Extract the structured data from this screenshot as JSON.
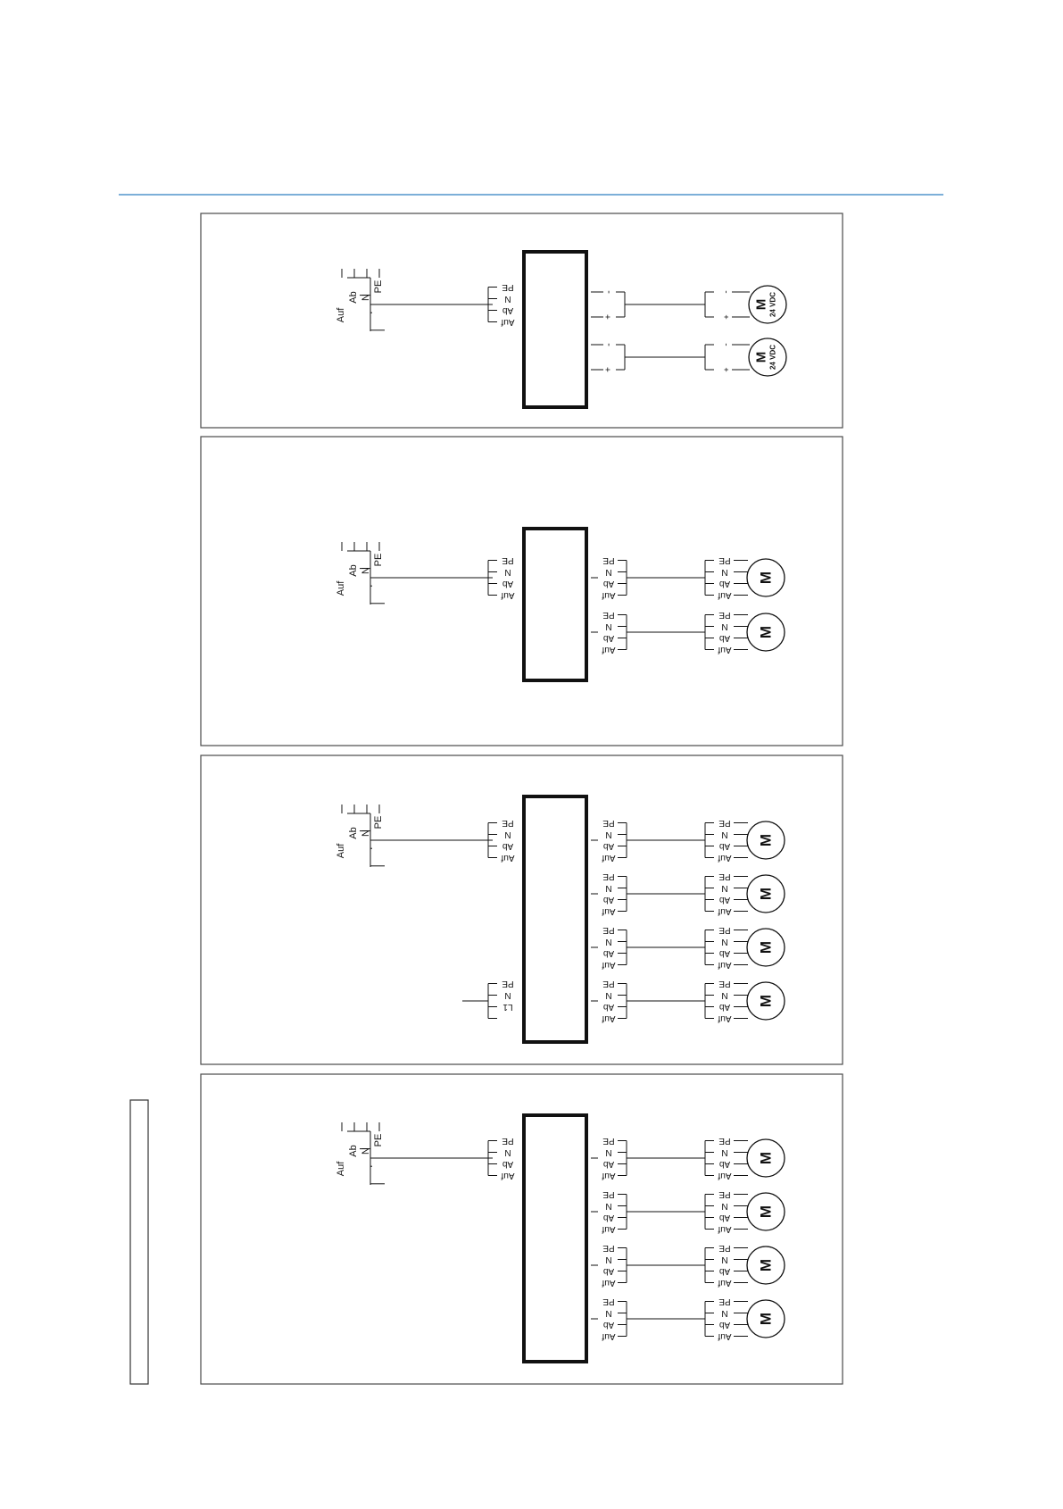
{
  "colors": {
    "rule": "#2f7fc1",
    "line": "#111111",
    "frame": "#4a4a4a"
  },
  "labels": {
    "pe": "PE",
    "n": "N",
    "ab": "Ab",
    "auf": "Auf",
    "l1": "L1",
    "minus": "-",
    "plus": "+",
    "motor": "M",
    "dc": "24 VDC"
  },
  "panels": [
    {
      "inputs": [
        "mains"
      ],
      "outputs": [
        "dc",
        "dc"
      ]
    },
    {
      "inputs": [
        "mains"
      ],
      "outputs": [
        "ac",
        "ac"
      ]
    },
    {
      "inputs": [
        "mains",
        "l1"
      ],
      "outputs": [
        "ac",
        "ac",
        "ac",
        "ac"
      ]
    },
    {
      "inputs": [
        "mains"
      ],
      "outputs": [
        "ac",
        "ac",
        "ac",
        "ac"
      ]
    }
  ]
}
